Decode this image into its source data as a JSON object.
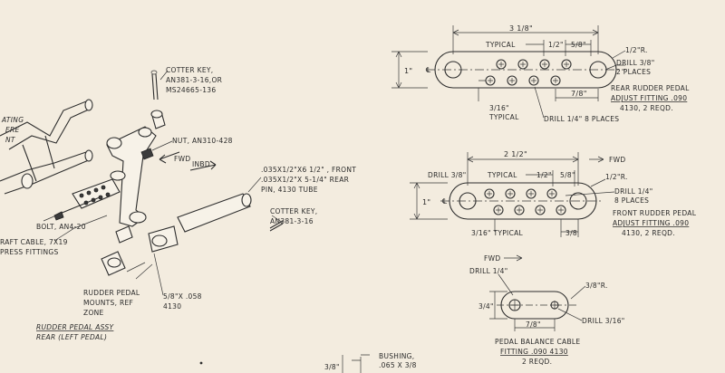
{
  "colors": {
    "paper": "#f3ecdf",
    "ink": "#2d2d2d"
  },
  "assembly": {
    "title_line1": "RUDDER PEDAL ASSY",
    "title_line2": "REAR (LEFT PEDAL)",
    "cotter_key_line1": "COTTER KEY,",
    "cotter_key_line2": "AN381-3-16,OR",
    "cotter_key_line3": "MS24665-136",
    "nut": "NUT, AN310-428",
    "fwd": "FWD",
    "inbd": "INBD",
    "tube_line1": ".035X1/2\"X6 1/2\" , FRONT",
    "tube_line2": ".035X1/2\"X 5-1/4\" REAR",
    "tube_line3": "PIN, 4130 TUBE",
    "cotter_key2_line1": "COTTER KEY,",
    "cotter_key2_line2": "AN381-3-16",
    "bolt": "BOLT, AN4-20",
    "cable_line1": "RAFT CABLE, 7X19",
    "cable_line2": "PRESS FITTINGS",
    "mounts_line1": "RUDDER PEDAL",
    "mounts_line2": "MOUNTS, REF",
    "mounts_line3": "ZONE",
    "tube_size_line1": "5/8\"X .058",
    "tube_size_line2": "4130",
    "left_clip_line1": "ATING",
    "left_clip_line2": "ERE",
    "left_clip_line3": "NT",
    "bushing_line1": "BUSHING,",
    "bushing_line2": ".065 X 3/8",
    "bushing_dim": "3/8\""
  },
  "rear_fitting": {
    "overall": "3 1/8\"",
    "typical": "TYPICAL",
    "spacing1": "1/2\"",
    "spacing2": "5/8\"",
    "radius": "1/2\"R.",
    "drill_main_line1": "DRILL 3/8\"",
    "drill_main_line2": "2 PLACES",
    "height": "1\"",
    "centerline": "℄",
    "offset_line1": "3/16\"",
    "offset_line2": "TYPICAL",
    "end_offset": "7/8\"",
    "drill_small": "DRILL 1/4\" 8 PLACES",
    "caption_line1": "REAR RUDDER PEDAL",
    "caption_line2": "ADJUST FITTING .090",
    "caption_line3": "4130, 2 REQD."
  },
  "front_fitting": {
    "overall": "2 1/2\"",
    "fwd": "FWD",
    "drill_main": "DRILL 3/8\"",
    "typical": "TYPICAL",
    "spacing1": "1/2\"",
    "spacing2": "5/8\"",
    "radius": "1/2\"R.",
    "drill_small_line1": "DRILL 1/4\"",
    "drill_small_line2": "8 PLACES",
    "height": "1\"",
    "centerline": "℄",
    "offset_typical": "3/16\" TYPICAL",
    "end_offset": "3/8",
    "caption_line1": "FRONT RUDDER PEDAL",
    "caption_line2": "ADJUST FITTING .090",
    "caption_line3": "4130, 2 REQD."
  },
  "balance_cable": {
    "fwd": "FWD",
    "drill_large": "DRILL 1/4\"",
    "radius": "3/8\"R.",
    "height": "3/4\"",
    "spacing": "7/8\"",
    "drill_small": "DRILL 3/16\"",
    "caption_line1": "PEDAL BALANCE CABLE",
    "caption_line2": "FITTING .090  4130",
    "caption_line3": "2 REQD."
  }
}
